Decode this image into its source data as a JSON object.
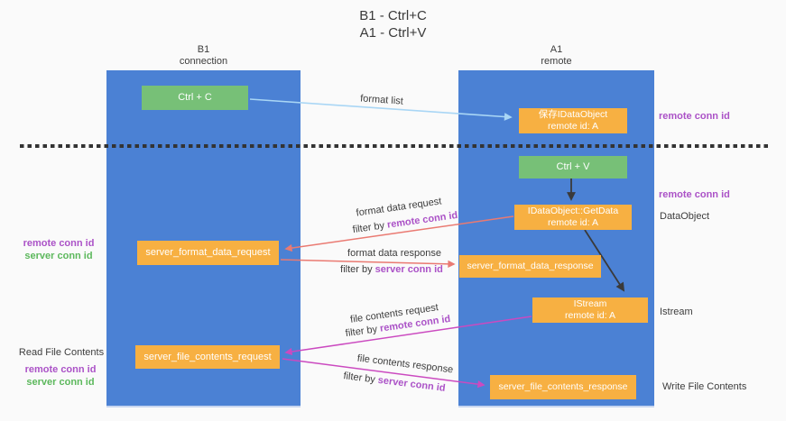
{
  "title": {
    "line1": "B1 - Ctrl+C",
    "line2": "A1 - Ctrl+V"
  },
  "lanes": {
    "left": {
      "title": "B1",
      "subtitle": "connection"
    },
    "right": {
      "title": "A1",
      "subtitle": "remote"
    }
  },
  "nodes": {
    "ctrl_c": {
      "label": "Ctrl + C"
    },
    "save_idataobject": {
      "line1": "保存IDataObject",
      "line2": "remote id: A"
    },
    "ctrl_v": {
      "label": "Ctrl + V"
    },
    "idataobject_getdata": {
      "line1": "IDataObject::GetData",
      "line2": "remote id: A"
    },
    "server_format_data_request": {
      "label": "server_format_data_request"
    },
    "server_format_data_response": {
      "label": "server_format_data_response"
    },
    "istream": {
      "line1": "IStream",
      "line2": "remote id: A"
    },
    "server_file_contents_request": {
      "label": "server_file_contents_request"
    },
    "server_file_contents_response": {
      "label": "server_file_contents_response"
    }
  },
  "edge_labels": {
    "format_list": "format list",
    "format_data_request": "format data request",
    "format_data_response": "format data response",
    "file_contents_request": "file contents request",
    "file_contents_response": "file contents response",
    "filter_by": "filter by ",
    "remote_conn_id": "remote conn id",
    "server_conn_id": "server conn id"
  },
  "side_labels": {
    "right_remote_conn_id_1": "remote conn id",
    "right_remote_conn_id_2": "remote conn id",
    "dataobject": "DataObject",
    "istream": "Istream",
    "write_file_contents": "Write File Contents",
    "left_remote_conn_id_1": "remote conn id",
    "left_server_conn_id_1": "server conn id",
    "read_file_contents": "Read File Contents",
    "left_remote_conn_id_2": "remote conn id",
    "left_server_conn_id_2": "server conn id"
  },
  "colors": {
    "background": "#fafafa",
    "lane_blue": "#4b81d4",
    "node_green": "#77c077",
    "node_orange": "#f7b042",
    "arrow_light_blue": "#a9d6f5",
    "arrow_black": "#3a3a3a",
    "arrow_salmon": "#ea7a72",
    "arrow_pink": "#cb4ac0",
    "text_purple": "#ab52c7",
    "text_green": "#5cb85c",
    "text_dark": "#3c3c3c",
    "dashed_line": "#333333"
  }
}
